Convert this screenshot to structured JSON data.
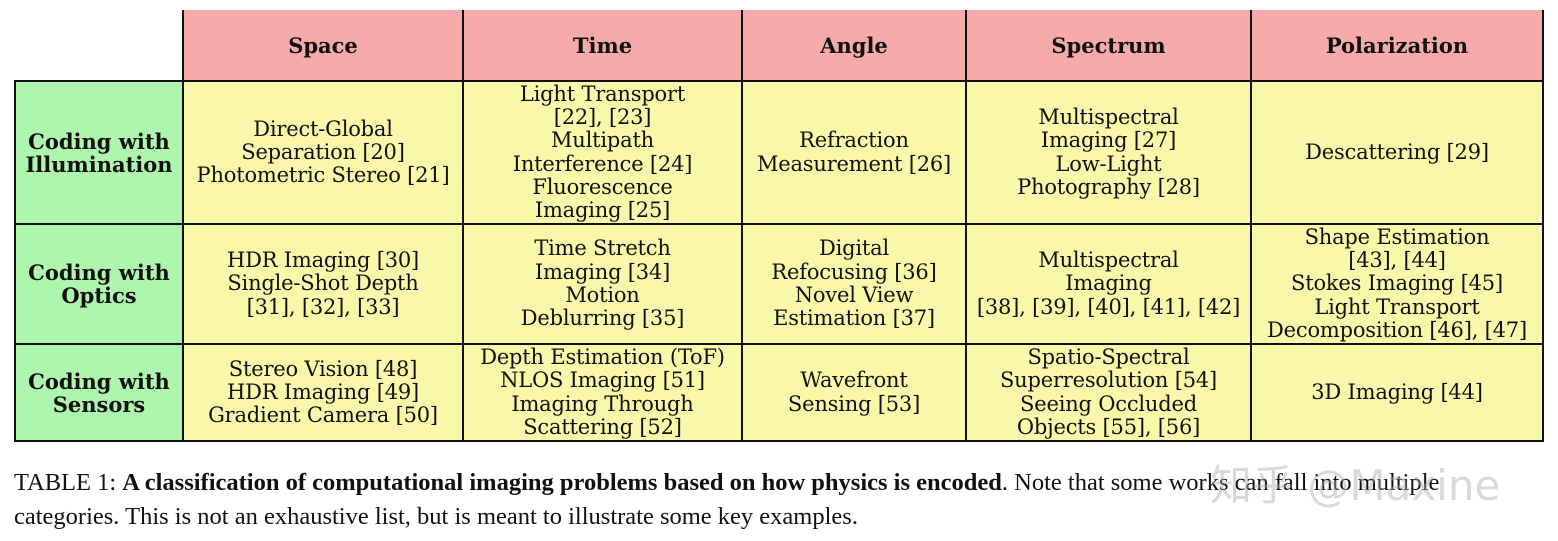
{
  "table": {
    "columns": [
      "Space",
      "Time",
      "Angle",
      "Spectrum",
      "Polarization"
    ],
    "rows": [
      {
        "header": [
          "Coding with",
          "Illumination"
        ],
        "cells": [
          [
            "Direct-Global",
            "Separation [20]",
            "Photometric Stereo [21]"
          ],
          [
            "Light Transport",
            "[22], [23]",
            "Multipath",
            "Interference [24]",
            "Fluorescence",
            "Imaging [25]"
          ],
          [
            "Refraction",
            "Measurement [26]"
          ],
          [
            "Multispectral",
            "Imaging [27]",
            "Low-Light",
            "Photography [28]"
          ],
          [
            "Descattering [29]"
          ]
        ]
      },
      {
        "header": [
          "Coding with",
          "Optics"
        ],
        "cells": [
          [
            "HDR Imaging [30]",
            "Single-Shot Depth",
            "[31], [32], [33]"
          ],
          [
            "Time Stretch",
            "Imaging [34]",
            "Motion",
            "Deblurring [35]"
          ],
          [
            "Digital",
            "Refocusing [36]",
            "Novel View",
            "Estimation [37]"
          ],
          [
            "Multispectral",
            "Imaging",
            "[38], [39], [40], [41], [42]"
          ],
          [
            "Shape Estimation",
            "[43], [44]",
            "Stokes Imaging [45]",
            "Light Transport",
            "Decomposition [46], [47]"
          ]
        ]
      },
      {
        "header": [
          "Coding with",
          "Sensors"
        ],
        "cells": [
          [
            "Stereo Vision [48]",
            "HDR Imaging [49]",
            "Gradient Camera [50]"
          ],
          [
            "Depth Estimation (ToF)",
            "NLOS Imaging [51]",
            "Imaging Through",
            "Scattering [52]"
          ],
          [
            "Wavefront",
            "Sensing [53]"
          ],
          [
            "Spatio-Spectral",
            "Superresolution [54]",
            "Seeing Occluded",
            "Objects [55], [56]"
          ],
          [
            "3D Imaging [44]"
          ]
        ]
      }
    ],
    "colors": {
      "column_header_bg": "#f7aaaa",
      "row_header_bg": "#aef5ae",
      "cell_bg": "#f9f7a9",
      "border": "#111111"
    }
  },
  "caption": {
    "label": "TABLE 1: ",
    "bold_text": "A classification of computational imaging problems based on how physics is encoded",
    "rest_text": ". Note that some works can fall into multiple categories. This is not an exhaustive list, but is meant to illustrate some key examples."
  },
  "watermark": {
    "text": "知乎 @Maxine"
  }
}
